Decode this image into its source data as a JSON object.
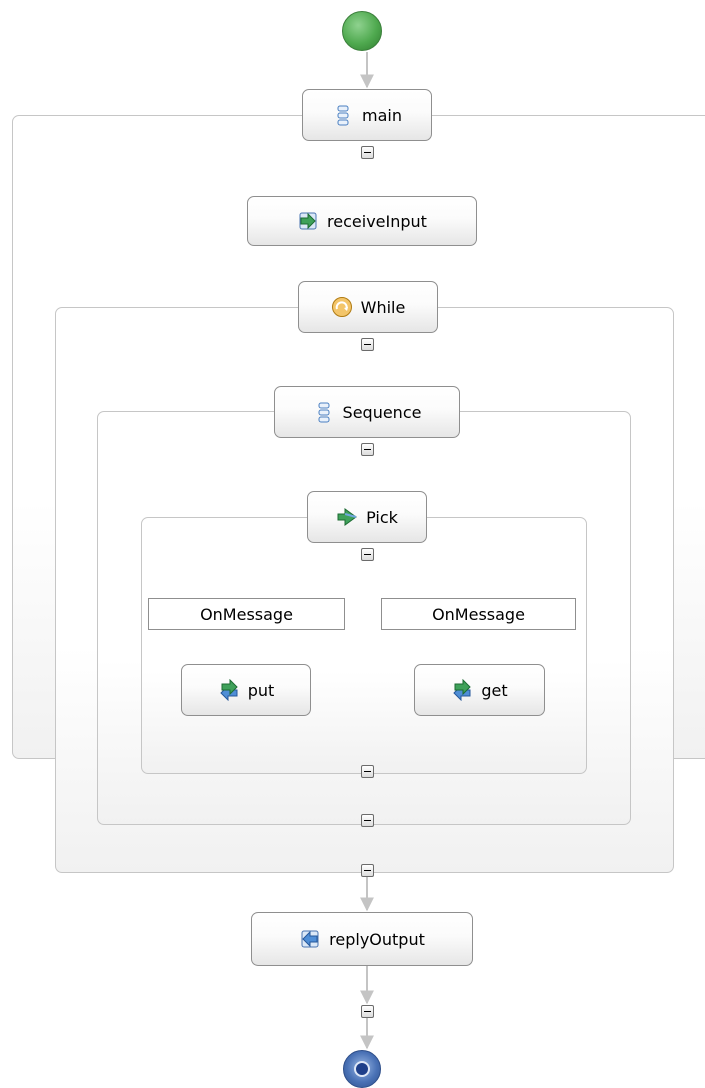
{
  "diagram": {
    "nodes": {
      "main": {
        "label": "main",
        "icon": "sequence-icon"
      },
      "receive": {
        "label": "receiveInput",
        "icon": "receive-icon"
      },
      "while": {
        "label": "While",
        "icon": "while-icon"
      },
      "sequence": {
        "label": "Sequence",
        "icon": "sequence-icon"
      },
      "pick": {
        "label": "Pick",
        "icon": "pick-icon"
      },
      "onmessage_left": {
        "label": "OnMessage"
      },
      "onmessage_right": {
        "label": "OnMessage"
      },
      "put": {
        "label": "put",
        "icon": "invoke-icon"
      },
      "get": {
        "label": "get",
        "icon": "invoke-icon"
      },
      "reply": {
        "label": "replyOutput",
        "icon": "reply-icon"
      }
    },
    "start_event": {
      "icon": "start-icon",
      "color": "#5aad5a"
    },
    "end_event": {
      "icon": "end-icon",
      "color": "#3c62a8"
    },
    "colors": {
      "connector": "#c4c4c4",
      "container_border": "#c6c6c6",
      "node_border": "#8f8f8f"
    }
  }
}
